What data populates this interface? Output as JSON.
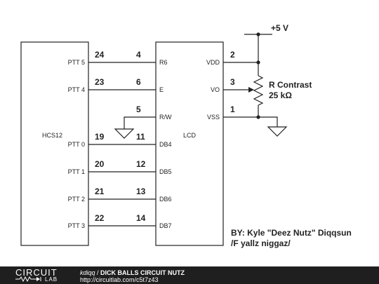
{
  "schematic": {
    "mcu": {
      "name": "HCS12",
      "pins": [
        {
          "label": "PTT 5",
          "num": "24"
        },
        {
          "label": "PTT 4",
          "num": "23"
        },
        {
          "label": "PTT 0",
          "num": "19"
        },
        {
          "label": "PTT 1",
          "num": "20"
        },
        {
          "label": "PTT 2",
          "num": "21"
        },
        {
          "label": "PTT 3",
          "num": "22"
        }
      ]
    },
    "lcd": {
      "name": "LCD",
      "left_pins": [
        {
          "label": "R6",
          "num": "4"
        },
        {
          "label": "E",
          "num": "6"
        },
        {
          "label": "R/W",
          "num": "5"
        },
        {
          "label": "DB4",
          "num": "11"
        },
        {
          "label": "DB5",
          "num": "12"
        },
        {
          "label": "DB6",
          "num": "13"
        },
        {
          "label": "DB7",
          "num": "14"
        }
      ],
      "right_pins": [
        {
          "label": "VDD",
          "num": "2"
        },
        {
          "label": "VO",
          "num": "3"
        },
        {
          "label": "VSS",
          "num": "1"
        }
      ]
    },
    "supply_label": "+5 V",
    "pot": {
      "name": "R Contrast",
      "value": "25 kΩ"
    },
    "credit": {
      "line1": "BY: Kyle \"Deez Nutz\" Diqqsun",
      "line2": "/F yallz niggaz/"
    }
  },
  "footer": {
    "logo_top": "CIRCUIT",
    "logo_bottom": "LAB",
    "user": "kdiqq",
    "separator": " / ",
    "title": "DICK BALLS CIRCUIT NUTZ",
    "url": "http://circuitlab.com/c5t7z43"
  }
}
